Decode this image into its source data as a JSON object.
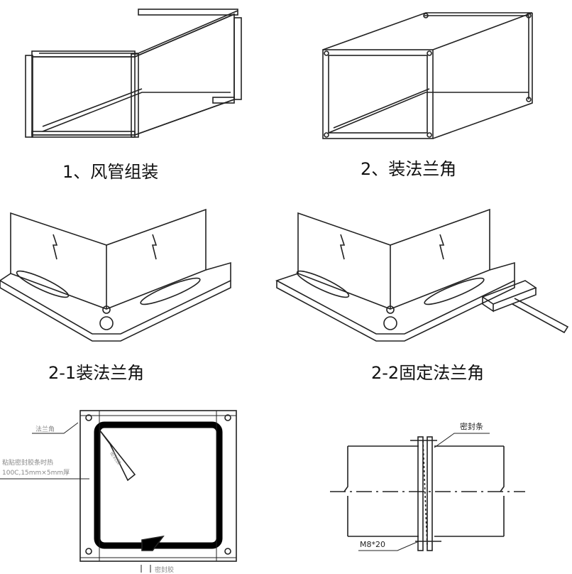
{
  "captions": {
    "step1": "1、风管组装",
    "step2": "2、装法兰角",
    "step2_1": "2-1装法兰角",
    "step2_2": "2-2固定法兰角"
  },
  "annotations": {
    "flange_corner": "法兰角",
    "sealant_note_line1": "粘贴密封胶条时热",
    "sealant_note_line2": "100C,15mm×5mm厚",
    "sealant_tube": "密封胶",
    "seal_strip": "密封条",
    "bolt": "M8*20",
    "bottom_note": "密封胶"
  }
}
